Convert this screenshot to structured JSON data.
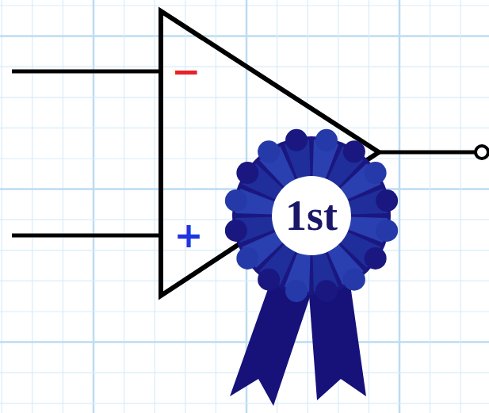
{
  "diagram": {
    "nodes": [
      {
        "text": [
          "1st"
        ]
      }
    ],
    "labels": [
      "−",
      "+"
    ]
  }
}
